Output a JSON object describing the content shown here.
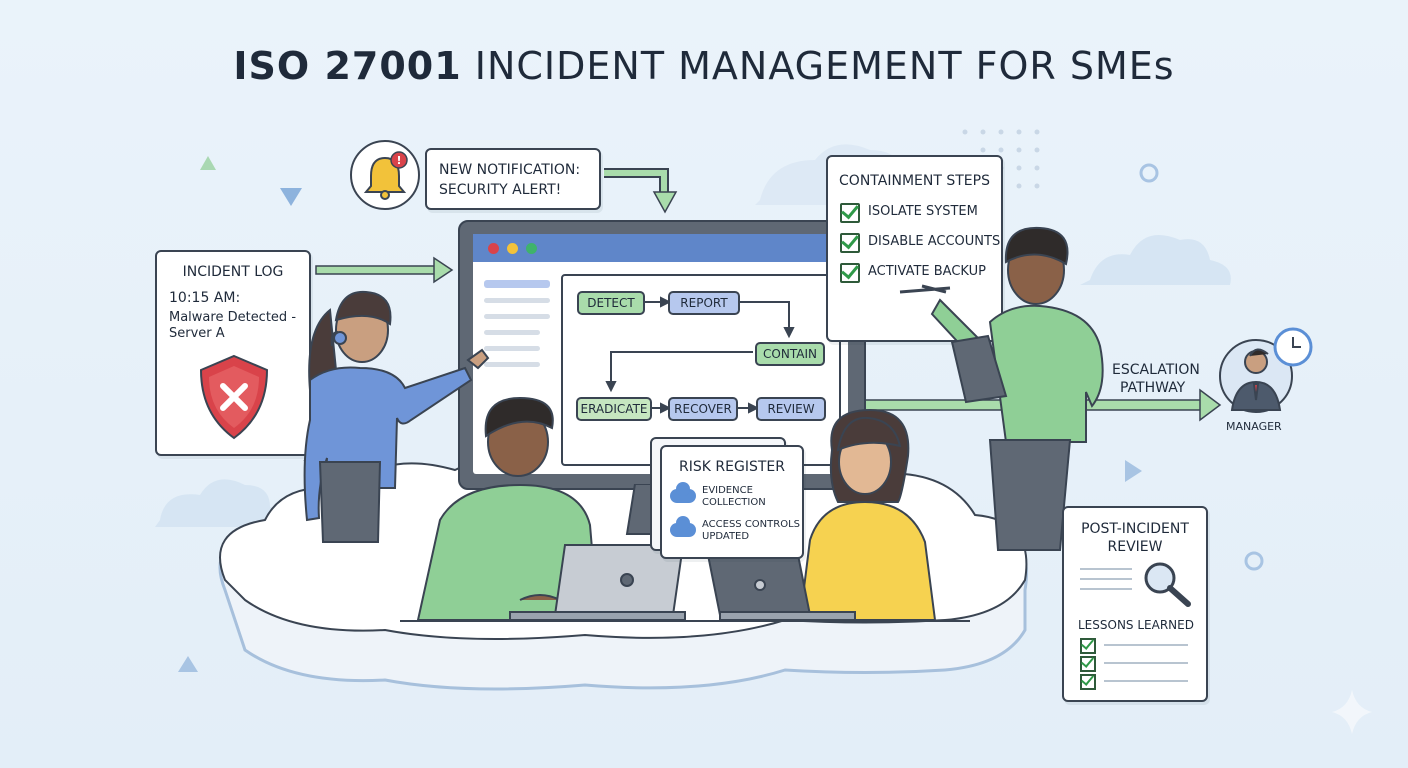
{
  "title": {
    "bold": "ISO 27001",
    "rest": "INCIDENT MANAGEMENT FOR SMEs"
  },
  "incident_log": {
    "heading": "INCIDENT LOG",
    "time": "10:15 AM:",
    "detail": "Malware Detected - Server A"
  },
  "notification": {
    "line1": "NEW NOTIFICATION:",
    "line2": "SECURITY ALERT!"
  },
  "containment": {
    "heading": "CONTAINMENT STEPS",
    "steps": [
      "ISOLATE SYSTEM",
      "DISABLE ACCOUNTS",
      "ACTIVATE BACKUP"
    ]
  },
  "workflow": {
    "steps": [
      "DETECT",
      "REPORT",
      "CONTAIN",
      "ERADICATE",
      "RECOVER",
      "REVIEW"
    ]
  },
  "risk_register": {
    "heading": "RISK REGISTER",
    "items": [
      "EVIDENCE COLLECTION",
      "ACCESS CONTROLS UPDATED"
    ]
  },
  "escalation": {
    "line1": "ESCALATION",
    "line2": "PATHWAY",
    "manager": "MANAGER"
  },
  "post_incident": {
    "line1": "POST-INCIDENT",
    "line2": "REVIEW",
    "lessons": "LESSONS LEARNED"
  },
  "colors": {
    "accent_green": "#8fcf96",
    "accent_blue": "#6f95d8",
    "alert_red": "#d9434a",
    "bell_yellow": "#f2c23a"
  }
}
